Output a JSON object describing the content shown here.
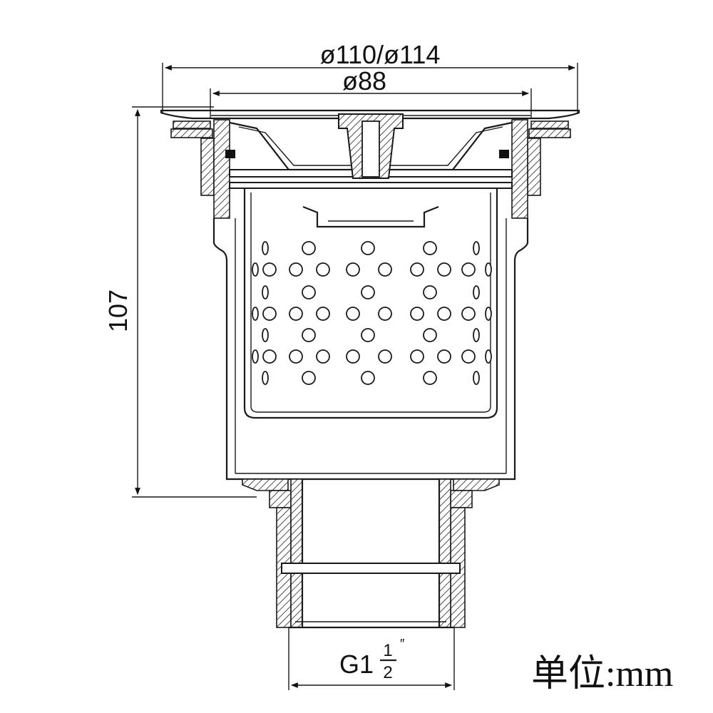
{
  "dimensions": {
    "outer_diameter": "ø110/ø114",
    "inner_diameter": "ø88",
    "height": "107",
    "thread": {
      "prefix": "G1",
      "numerator": "1",
      "denominator": "2",
      "mark": "″"
    }
  },
  "unit_label": "单位:mm"
}
